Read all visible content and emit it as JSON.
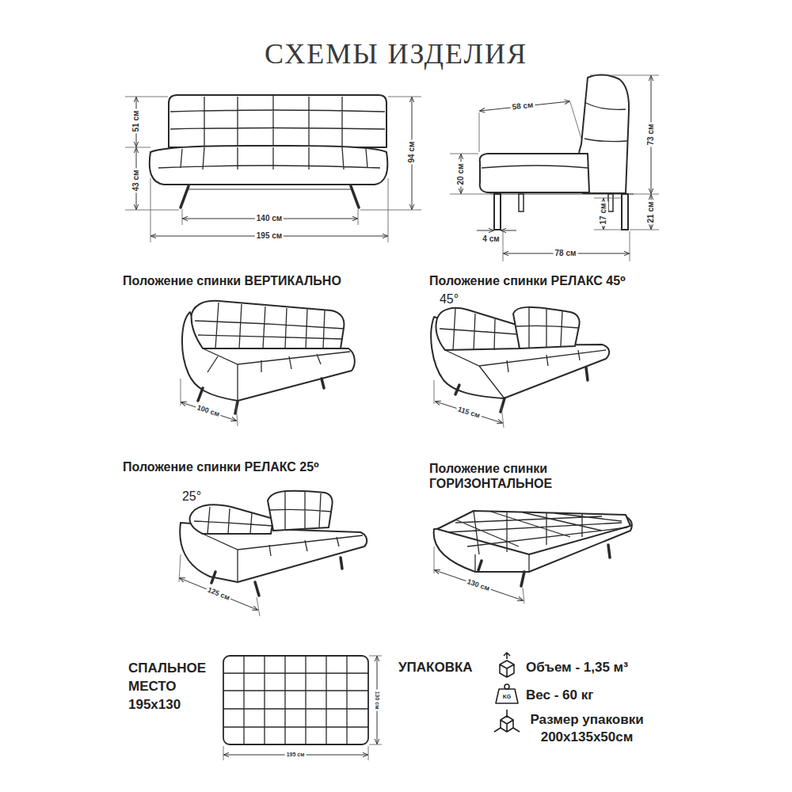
{
  "diagram": {
    "title": "СХЕМЫ ИЗДЕЛИЯ",
    "labels": [
      "51 см",
      "43 см",
      "94 см",
      "140 см",
      "195 см",
      "58 см",
      "20 см",
      "73 см",
      "17 см",
      "21 см",
      "4 см",
      "78 см",
      "Положение спинки ВЕРТИКАЛЬНО",
      "Положение спинки РЕЛАКС 45⁰",
      "45°",
      "100 см",
      "115 см",
      "Положение спинки РЕЛАКС 25⁰",
      "25°",
      "125 см",
      "Положение спинки ГОРИЗОНТАЛЬНОЕ",
      "130 см",
      "СПАЛЬНОЕ МЕСТО 195x130",
      "130 см",
      "195 см",
      "УПАКОВКА",
      "Объем - 1,35 м³",
      "KG",
      "Вес - 60 кг",
      "Размер упаковки 200x135x50см"
    ]
  }
}
